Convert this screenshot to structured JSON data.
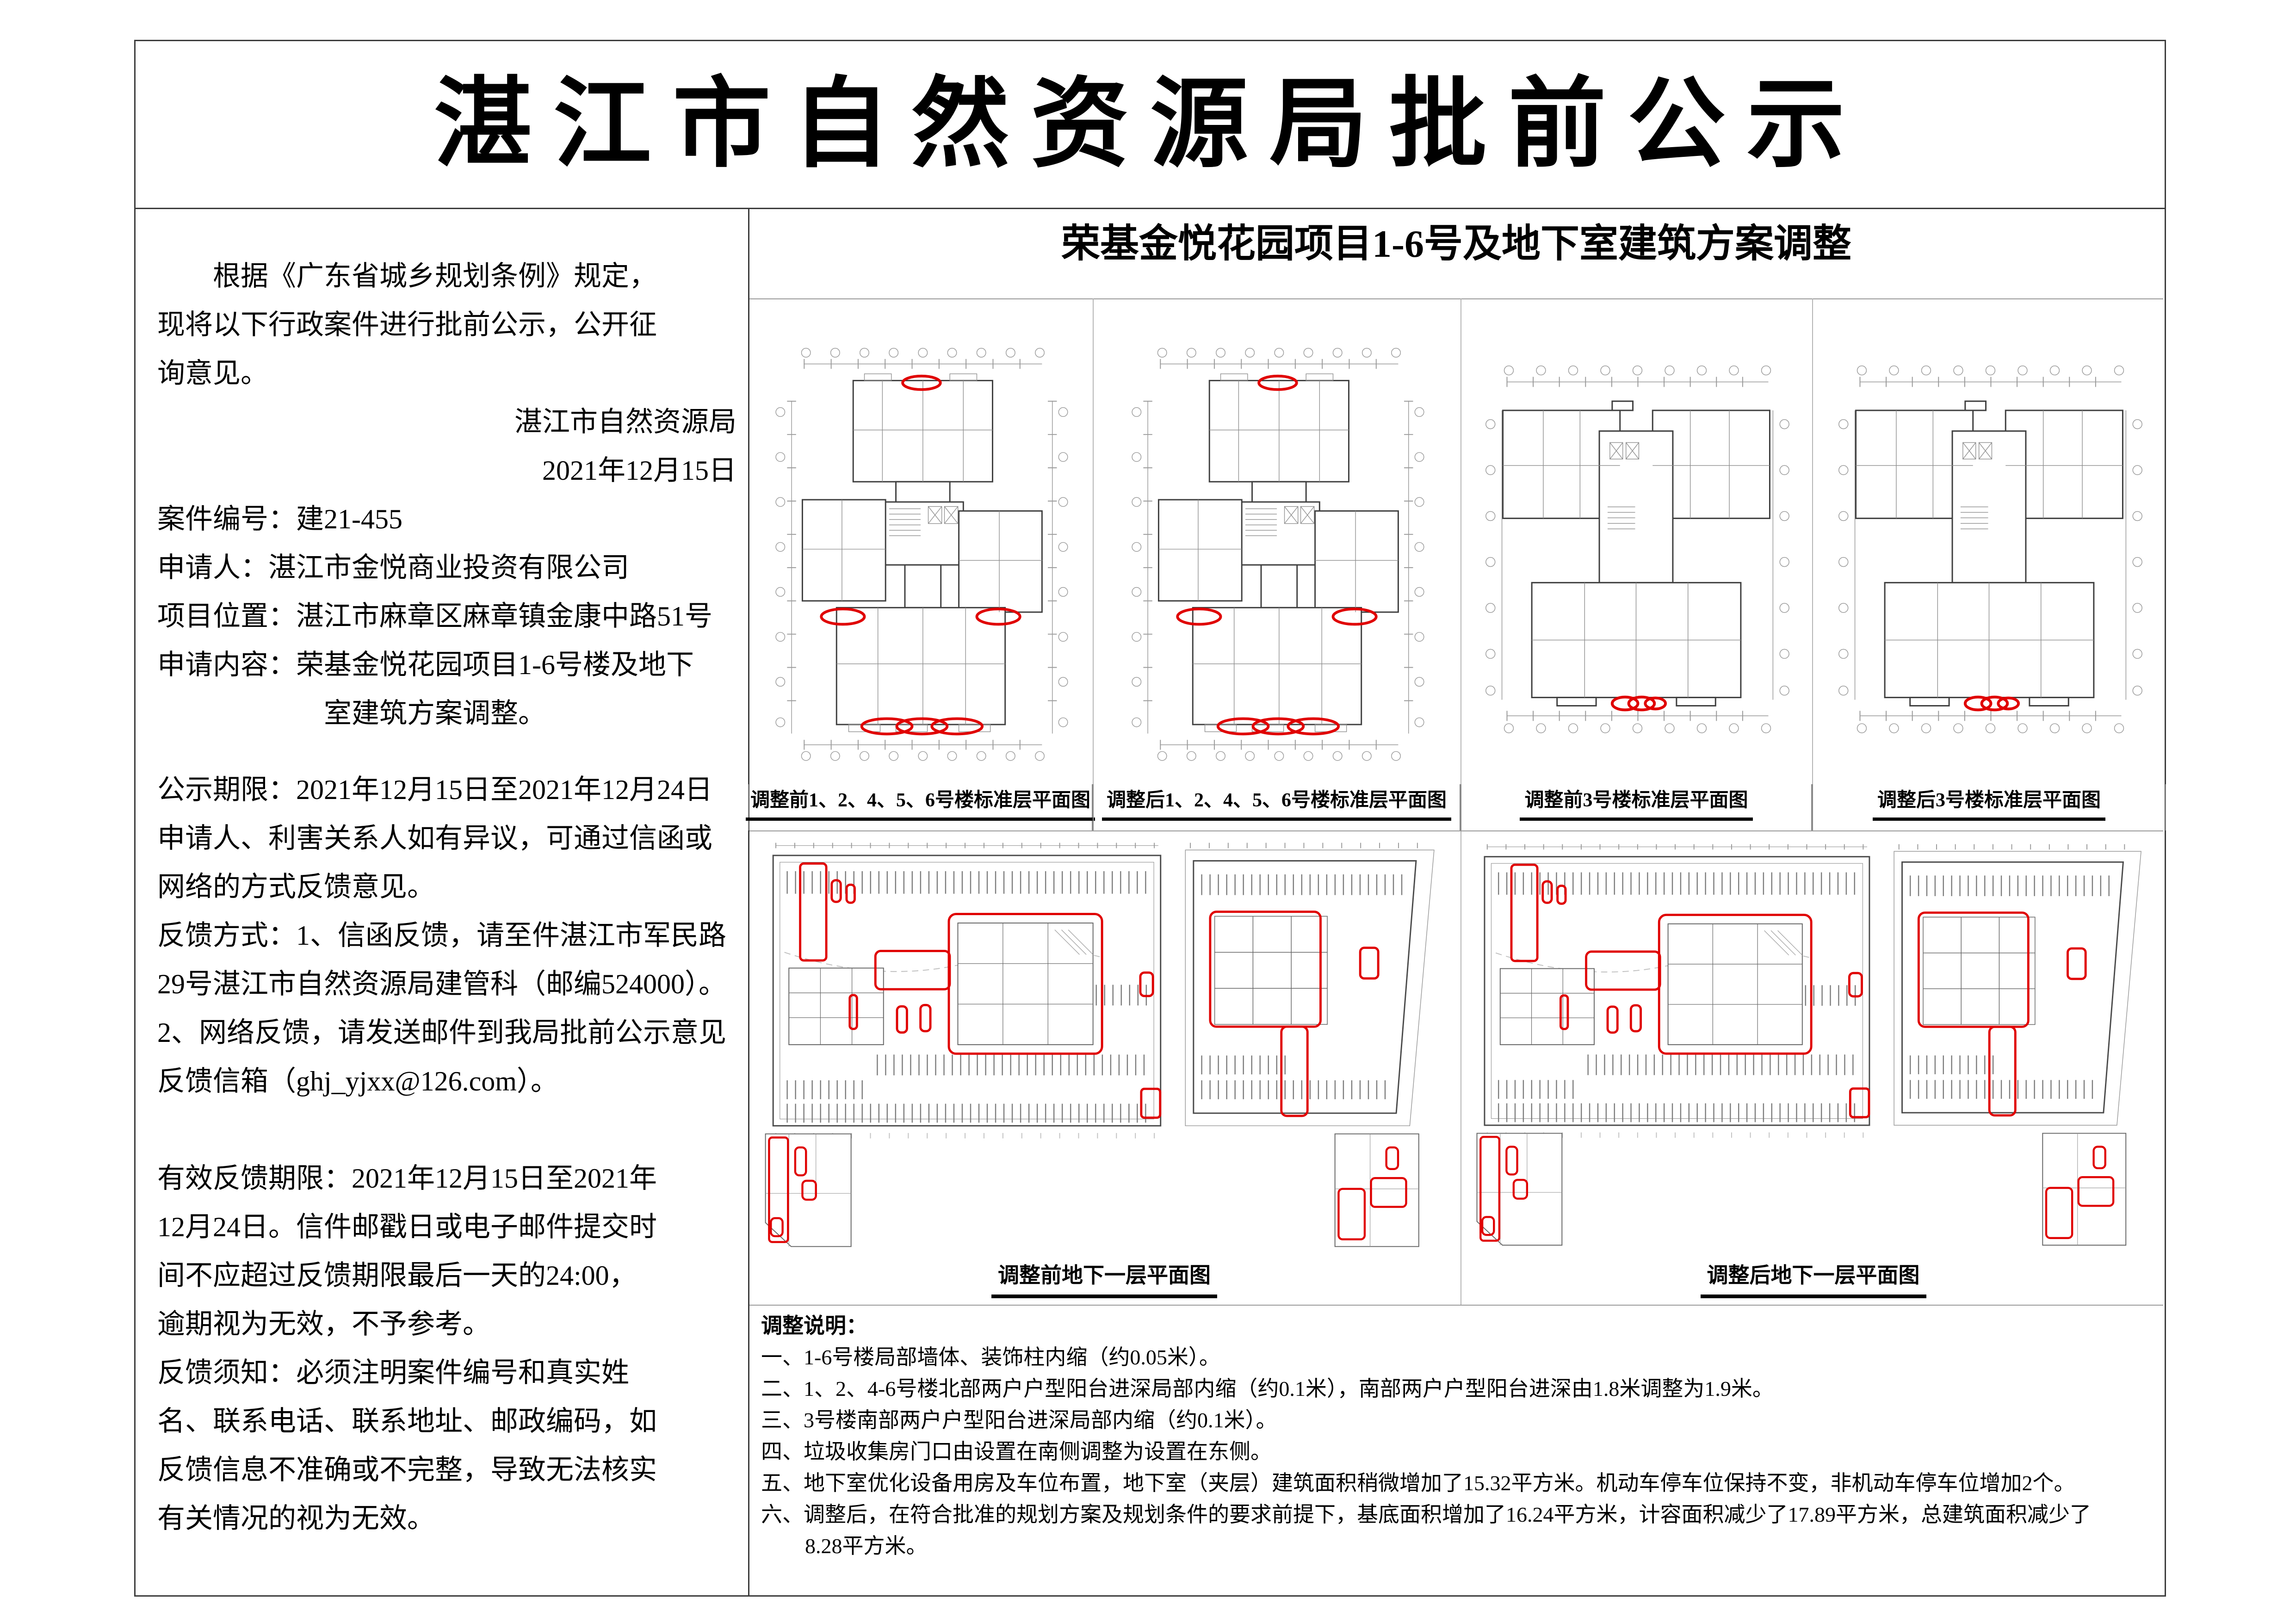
{
  "page": {
    "title": "湛江市自然资源局批前公示"
  },
  "left_panel": {
    "intro": [
      "根据《广东省城乡规划条例》规定，",
      "现将以下行政案件进行批前公示，公开征",
      "询意见。"
    ],
    "signature": [
      "湛江市自然资源局",
      "2021年12月15日"
    ],
    "fields": [
      "案件编号：建21-455",
      "申请人：湛江市金悦商业投资有限公司",
      "项目位置：湛江市麻章区麻章镇金康中路51号",
      "申请内容：荣基金悦花园项目1-6号楼及地下",
      "室建筑方案调整。"
    ],
    "period": [
      "公示期限：2021年12月15日至2021年12月24日",
      "申请人、利害关系人如有异议，可通过信函或",
      "网络的方式反馈意见。",
      "反馈方式：1、信函反馈，请至件湛江市军民路",
      "29号湛江市自然资源局建管科（邮编524000）。",
      "2、网络反馈，请发送邮件到我局批前公示意见",
      "反馈信箱（ghj_yjxx@126.com）。"
    ],
    "valid": [
      "有效反馈期限：2021年12月15日至2021年",
      "12月24日。信件邮戳日或电子邮件提交时",
      "间不应超过反馈期限最后一天的24:00，",
      "逾期视为无效，不予参考。",
      "反馈须知：必须注明案件编号和真实姓",
      "名、联系电话、联系地址、邮政编码，如",
      "反馈信息不准确或不完整，导致无法核实",
      "有关情况的视为无效。"
    ]
  },
  "right_panel": {
    "project_title": "荣基金悦花园项目1-6号及地下室建筑方案调整",
    "plan_captions": [
      "调整前1、2、4、5、6号楼标准层平面图",
      "调整后1、2、4、5、6号楼标准层平面图",
      "调整前3号楼标准层平面图",
      "调整后3号楼标准层平面图"
    ],
    "basement_captions": [
      "调整前地下一层平面图",
      "调整后地下一层平面图"
    ],
    "notes_heading": "调整说明：",
    "notes": [
      "一、1-6号楼局部墙体、装饰柱内缩（约0.05米）。",
      "二、1、2、4-6号楼北部两户户型阳台进深局部内缩（约0.1米），南部两户户型阳台进深由1.8米调整为1.9米。",
      "三、3号楼南部两户户型阳台进深局部内缩（约0.1米）。",
      "四、垃圾收集房门口由设置在南侧调整为设置在东侧。",
      "五、地下室优化设备用房及车位布置，地下室（夹层）建筑面积稍微增加了15.32平方米。机动车停车位保持不变，非机动车停车位增加2个。",
      "六、调整后，在符合批准的规划方案及规划条件的要求前提下，基底面积增加了16.24平方米，计容面积减少了17.89平方米，总建筑面积减少了8.28平方米。"
    ]
  },
  "colors": {
    "annotation_red": "#e00000",
    "frame_line": "#3c3c3c",
    "plan_gray": "#8f8f8f"
  }
}
